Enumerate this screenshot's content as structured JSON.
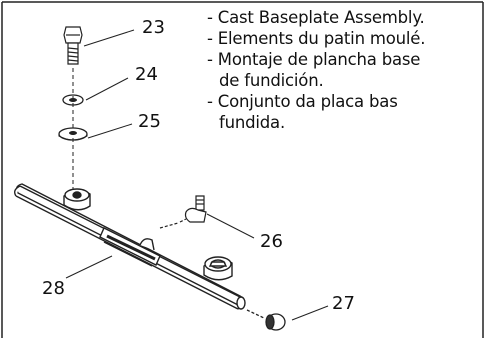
{
  "description": {
    "lines": [
      "- Cast Baseplate Assembly.",
      "- Elements du patin moulé.",
      "- Montaje de plancha base",
      "de fundición.",
      "- Conjunto da placa bas",
      "fundida."
    ]
  },
  "callouts": {
    "bolt": "23",
    "lock_washer": "24",
    "flat_washer": "25",
    "elbow_fitting": "26",
    "end_cap": "27",
    "baseplate": "28"
  }
}
